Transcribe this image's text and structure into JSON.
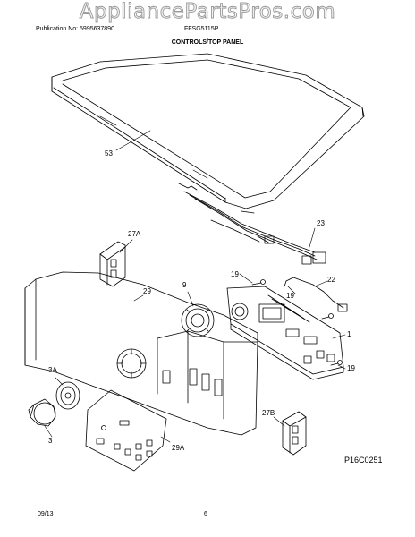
{
  "header": {
    "watermark": "AppliancePartsPros.com",
    "publication": "Publication No: 5995637890",
    "model": "FFSG5115P",
    "section_title": "CONTROLS/TOP PANEL"
  },
  "callouts": {
    "c53": "53",
    "c23": "23",
    "c27a": "27A",
    "c29": "29",
    "c9": "9",
    "c19a": "19",
    "c19b": "19",
    "c19c": "19",
    "c22": "22",
    "c1": "1",
    "c3a": "3A",
    "c3": "3",
    "c27b": "27B",
    "c29a": "29A"
  },
  "diagram_code": "P16C0251",
  "footer": {
    "date": "09/13",
    "page": "6"
  }
}
